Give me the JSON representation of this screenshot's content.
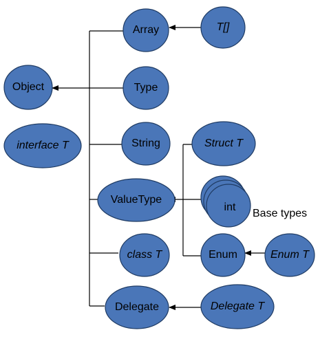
{
  "nodes": {
    "object": {
      "label": "Object",
      "italic": false
    },
    "interface_t": {
      "label": "interface T",
      "italic": true
    },
    "array": {
      "label": "Array",
      "italic": false
    },
    "type": {
      "label": "Type",
      "italic": false
    },
    "string": {
      "label": "String",
      "italic": false
    },
    "valuetype": {
      "label": "ValueType",
      "italic": false
    },
    "class_t": {
      "label": "class  T",
      "italic": true
    },
    "delegate": {
      "label": "Delegate",
      "italic": false
    },
    "t_array": {
      "label": "T[]",
      "italic": true
    },
    "struct_t": {
      "label": "Struct T",
      "italic": true
    },
    "int": {
      "label": "int",
      "italic": false
    },
    "enum": {
      "label": "Enum",
      "italic": false
    },
    "enum_t": {
      "label": "Enum T",
      "italic": true
    },
    "delegate_t": {
      "label": "Delegate T",
      "italic": true
    }
  },
  "annotations": {
    "base_types": "Base types"
  },
  "colors": {
    "node_fill": "#4a76b8",
    "node_stroke": "#1f3b63",
    "edge": "#000000"
  }
}
